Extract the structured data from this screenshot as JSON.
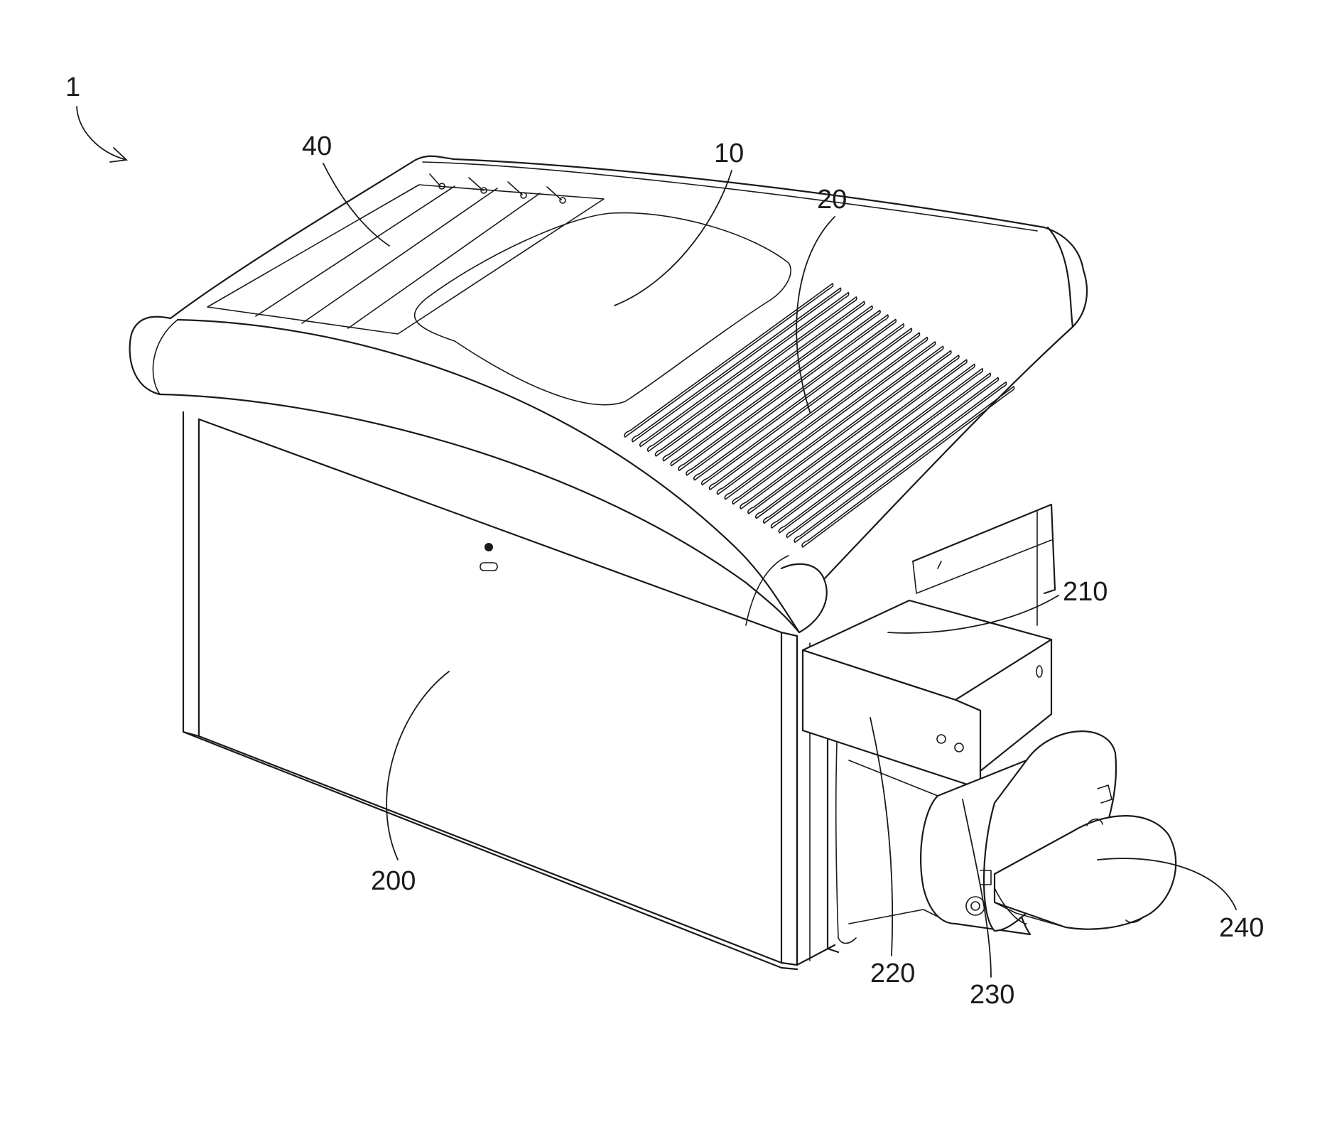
{
  "figure": {
    "labels": {
      "assembly": "1",
      "solar_panel": "40",
      "display_window": "10",
      "vent_grille": "20",
      "housing": "200",
      "bracket": "210",
      "side_plate": "220",
      "mount_ring": "230",
      "cap": "240"
    }
  }
}
